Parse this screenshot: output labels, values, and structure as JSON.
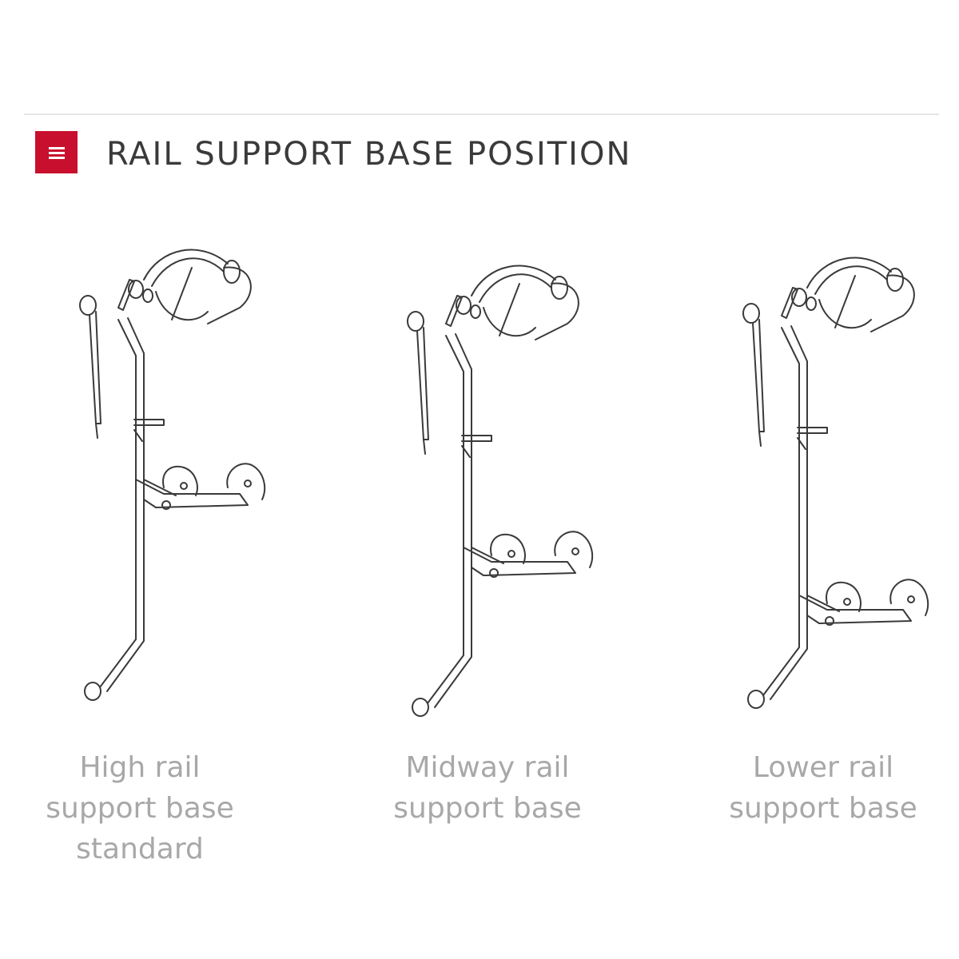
{
  "header": {
    "title": "RAIL SUPPORT BASE POSITION",
    "icon": "list-icon",
    "accent_color": "#c8102e"
  },
  "positions": [
    {
      "lines": [
        "High rail",
        "support base",
        "standard"
      ],
      "base_level": "high"
    },
    {
      "lines": [
        "Midway rail",
        "support base"
      ],
      "base_level": "midway"
    },
    {
      "lines": [
        "Lower rail",
        "support base"
      ],
      "base_level": "lower"
    }
  ]
}
